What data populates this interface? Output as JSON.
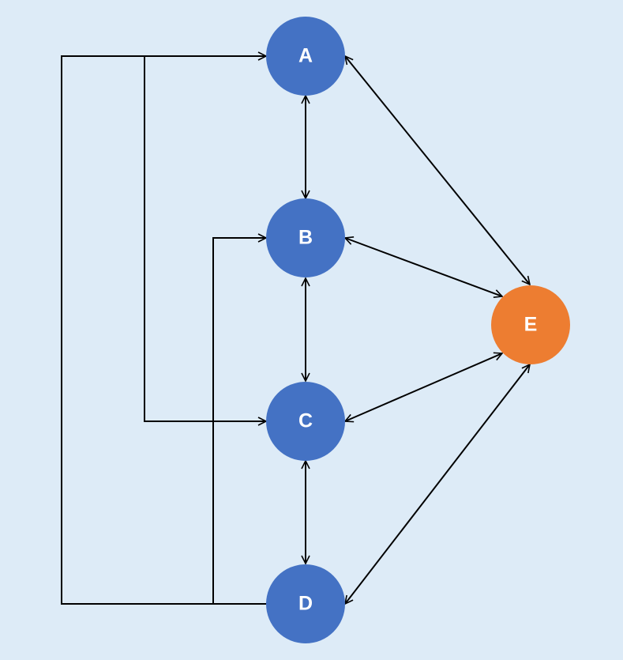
{
  "colors": {
    "background": "#ddebf7",
    "node_blue": "#4472c4",
    "node_orange": "#ed7d31",
    "edge": "#000000",
    "label": "#ffffff"
  },
  "nodes": {
    "A": {
      "label": "A",
      "color": "#4472c4"
    },
    "B": {
      "label": "B",
      "color": "#4472c4"
    },
    "C": {
      "label": "C",
      "color": "#4472c4"
    },
    "D": {
      "label": "D",
      "color": "#4472c4"
    },
    "E": {
      "label": "E",
      "color": "#ed7d31"
    }
  },
  "edges": [
    {
      "from": "A",
      "to": "B",
      "direction": "both"
    },
    {
      "from": "B",
      "to": "C",
      "direction": "both"
    },
    {
      "from": "C",
      "to": "D",
      "direction": "both"
    },
    {
      "from": "A",
      "to": "E",
      "direction": "both"
    },
    {
      "from": "B",
      "to": "E",
      "direction": "both"
    },
    {
      "from": "C",
      "to": "E",
      "direction": "both"
    },
    {
      "from": "D",
      "to": "E",
      "direction": "both"
    },
    {
      "from": "D",
      "to": "A",
      "direction": "forward",
      "routing": "orthogonal-left-outer"
    },
    {
      "from": "A",
      "to": "C",
      "direction": "forward",
      "routing": "orthogonal-left-middle"
    },
    {
      "from": "D",
      "to": "B",
      "direction": "forward",
      "routing": "orthogonal-left-inner"
    }
  ]
}
